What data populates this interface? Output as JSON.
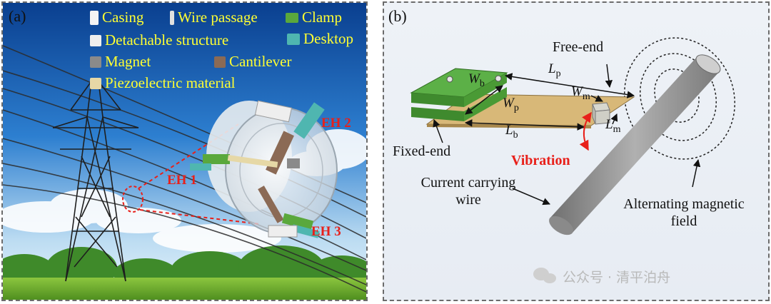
{
  "panel_a": {
    "tag": "(a)",
    "legend": [
      {
        "label": "Casing",
        "color": "#f4f4f4"
      },
      {
        "label": "Wire passage",
        "color": "#e0e0e0"
      },
      {
        "label": "Clamp",
        "color": "#5aa83c"
      },
      {
        "label": "Detachable structure",
        "color": "#eeeeee"
      },
      {
        "label": "Desktop",
        "color": "#4fb6b0"
      },
      {
        "label": "Magnet",
        "color": "#8a8a8a"
      },
      {
        "label": "Cantilever",
        "color": "#8b6a55"
      },
      {
        "label": "Piezoelectric material",
        "color": "#e6d8a6"
      }
    ],
    "eh_labels": [
      "EH 1",
      "EH 2",
      "EH 3"
    ]
  },
  "panel_b": {
    "tag": "(b)",
    "free_end": "Free-end",
    "fixed_end": "Fixed-end",
    "vibration": "Vibration",
    "wire_label": [
      "Current carrying",
      "wire"
    ],
    "field_label": [
      "Alternating magnetic",
      "field"
    ],
    "dims": {
      "wb": {
        "sym": "W",
        "sub": "b"
      },
      "lp": {
        "sym": "L",
        "sub": "p"
      },
      "wp": {
        "sym": "W",
        "sub": "p"
      },
      "wm": {
        "sym": "W",
        "sub": "m"
      },
      "lb": {
        "sym": "L",
        "sub": "b"
      },
      "lm": {
        "sym": "L",
        "sub": "m"
      }
    },
    "watermark": "公众号 · 清平泊舟"
  }
}
